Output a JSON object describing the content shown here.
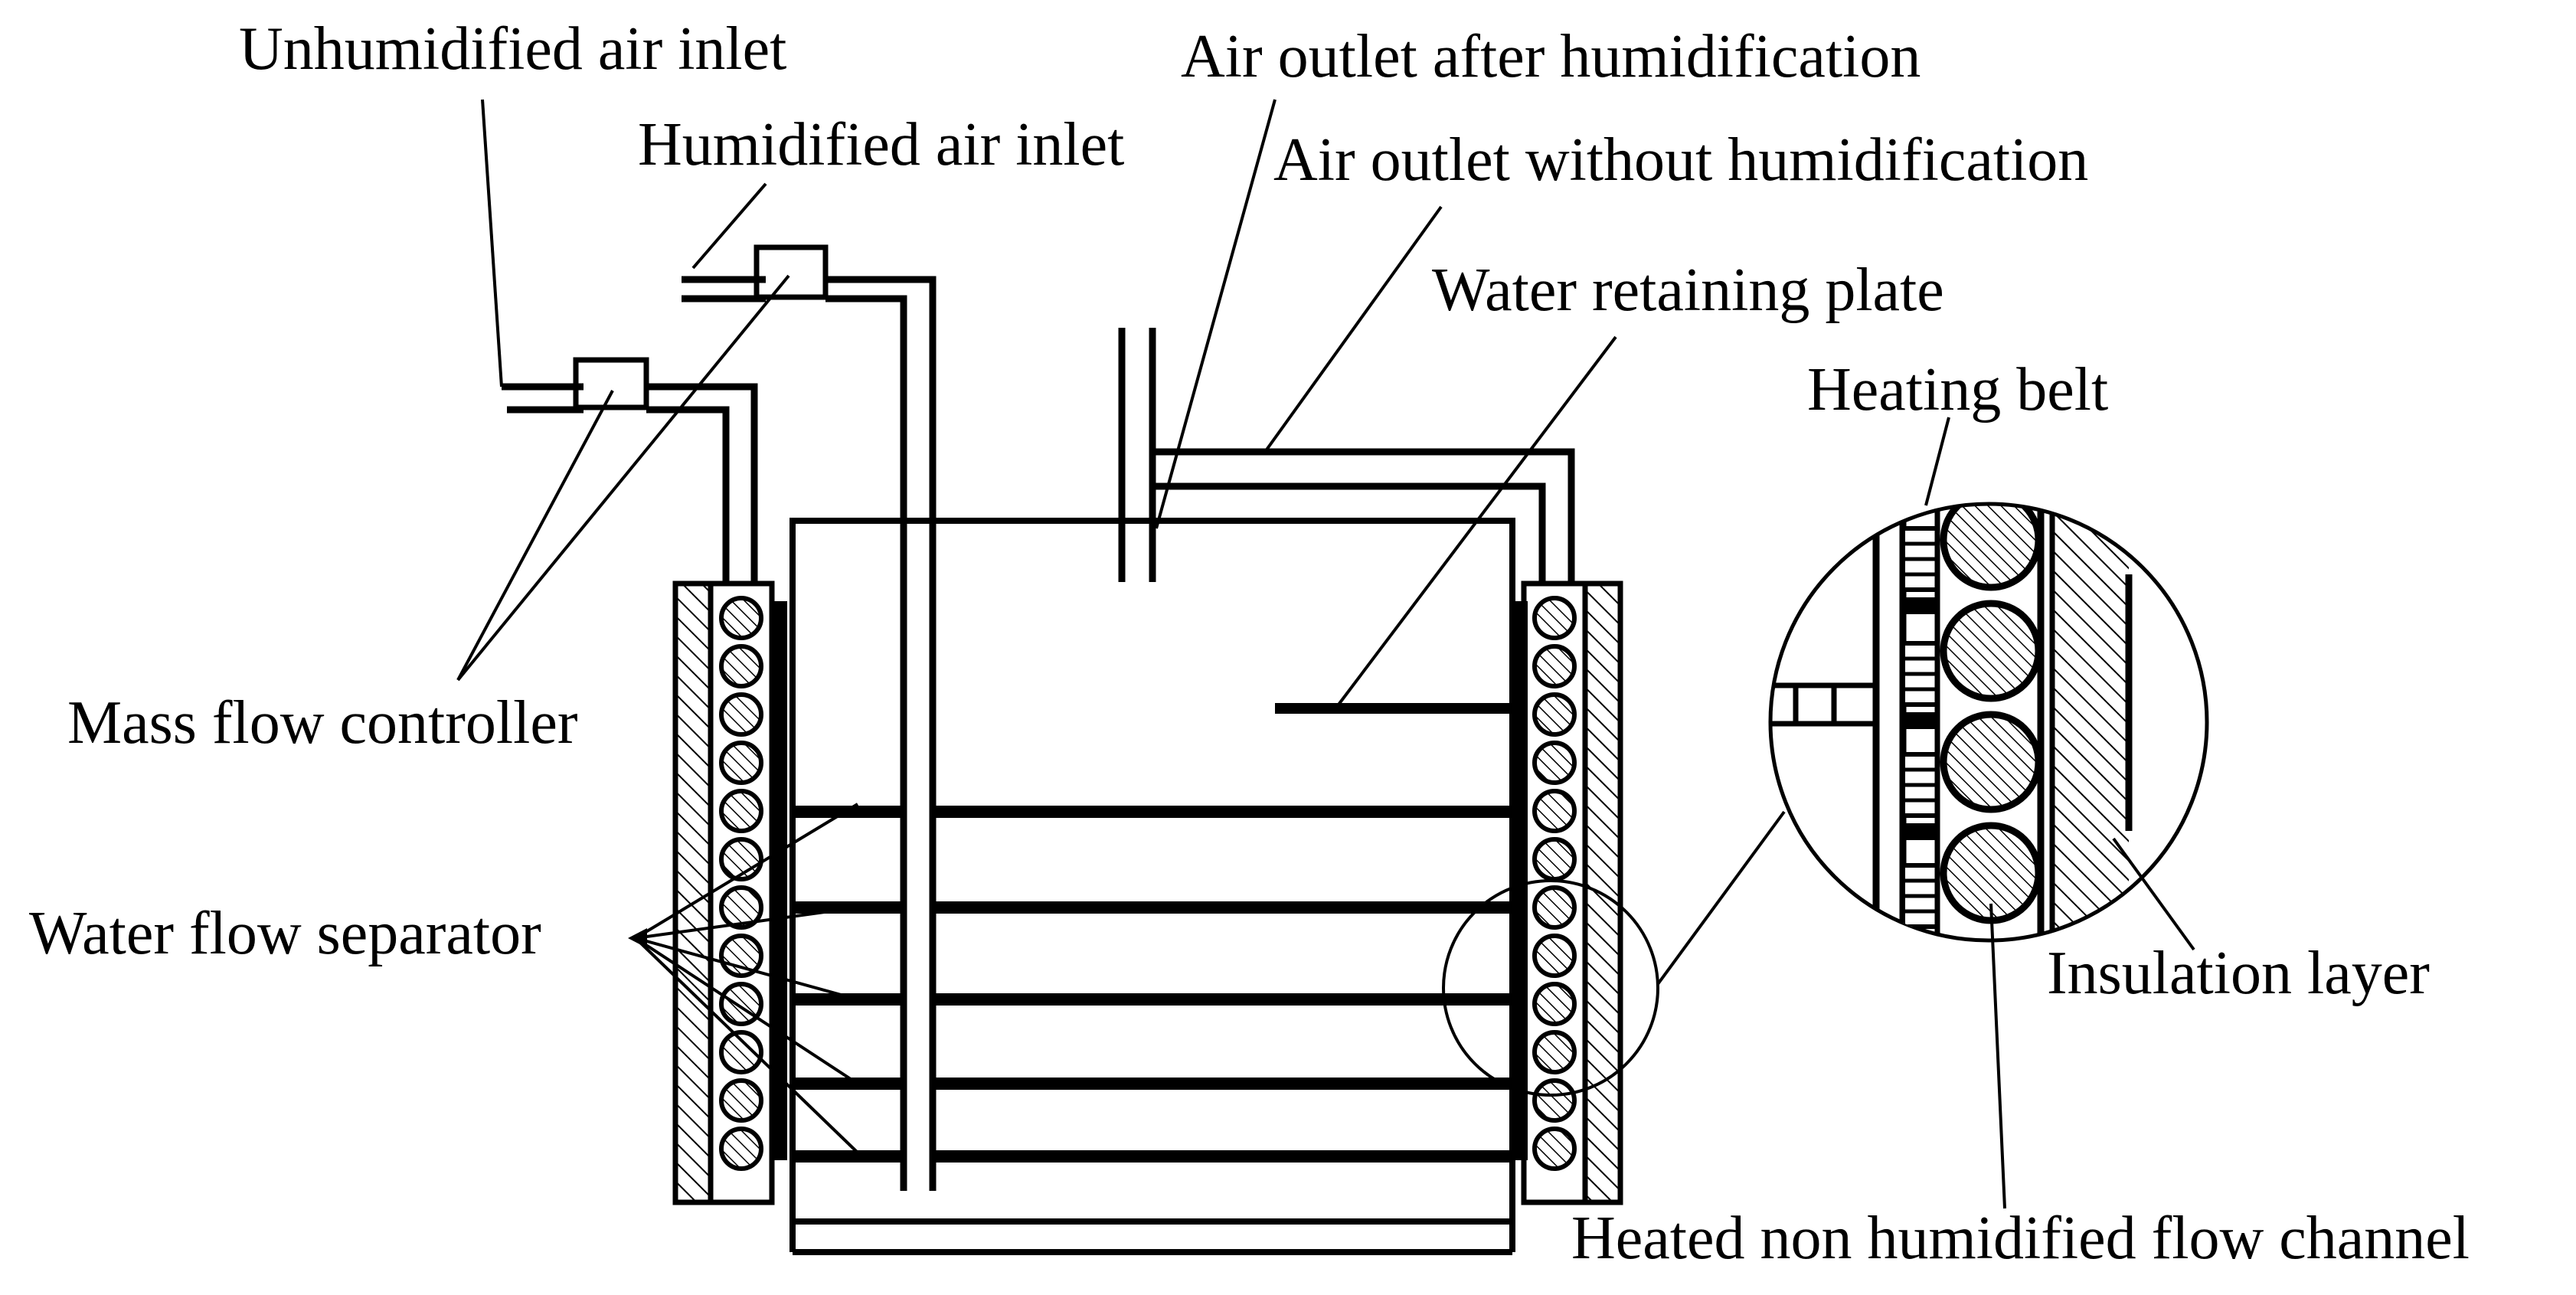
{
  "labels": {
    "unhumidified_air_inlet": "Unhumidified air inlet",
    "humidified_air_inlet": "Humidified air inlet",
    "air_outlet_after_humidification": "Air outlet after humidification",
    "air_outlet_without_humidification": "Air outlet without humidification",
    "water_retaining_plate": "Water retaining plate",
    "heating_belt": "Heating belt",
    "mass_flow_controller": "Mass flow controller",
    "water_flow_separator": "Water flow separator",
    "insulation_layer": "Insulation layer",
    "heated_non_humidified_flow_channel": "Heated non humidified flow channel"
  },
  "colors": {
    "line": "#000000",
    "background": "#ffffff"
  }
}
